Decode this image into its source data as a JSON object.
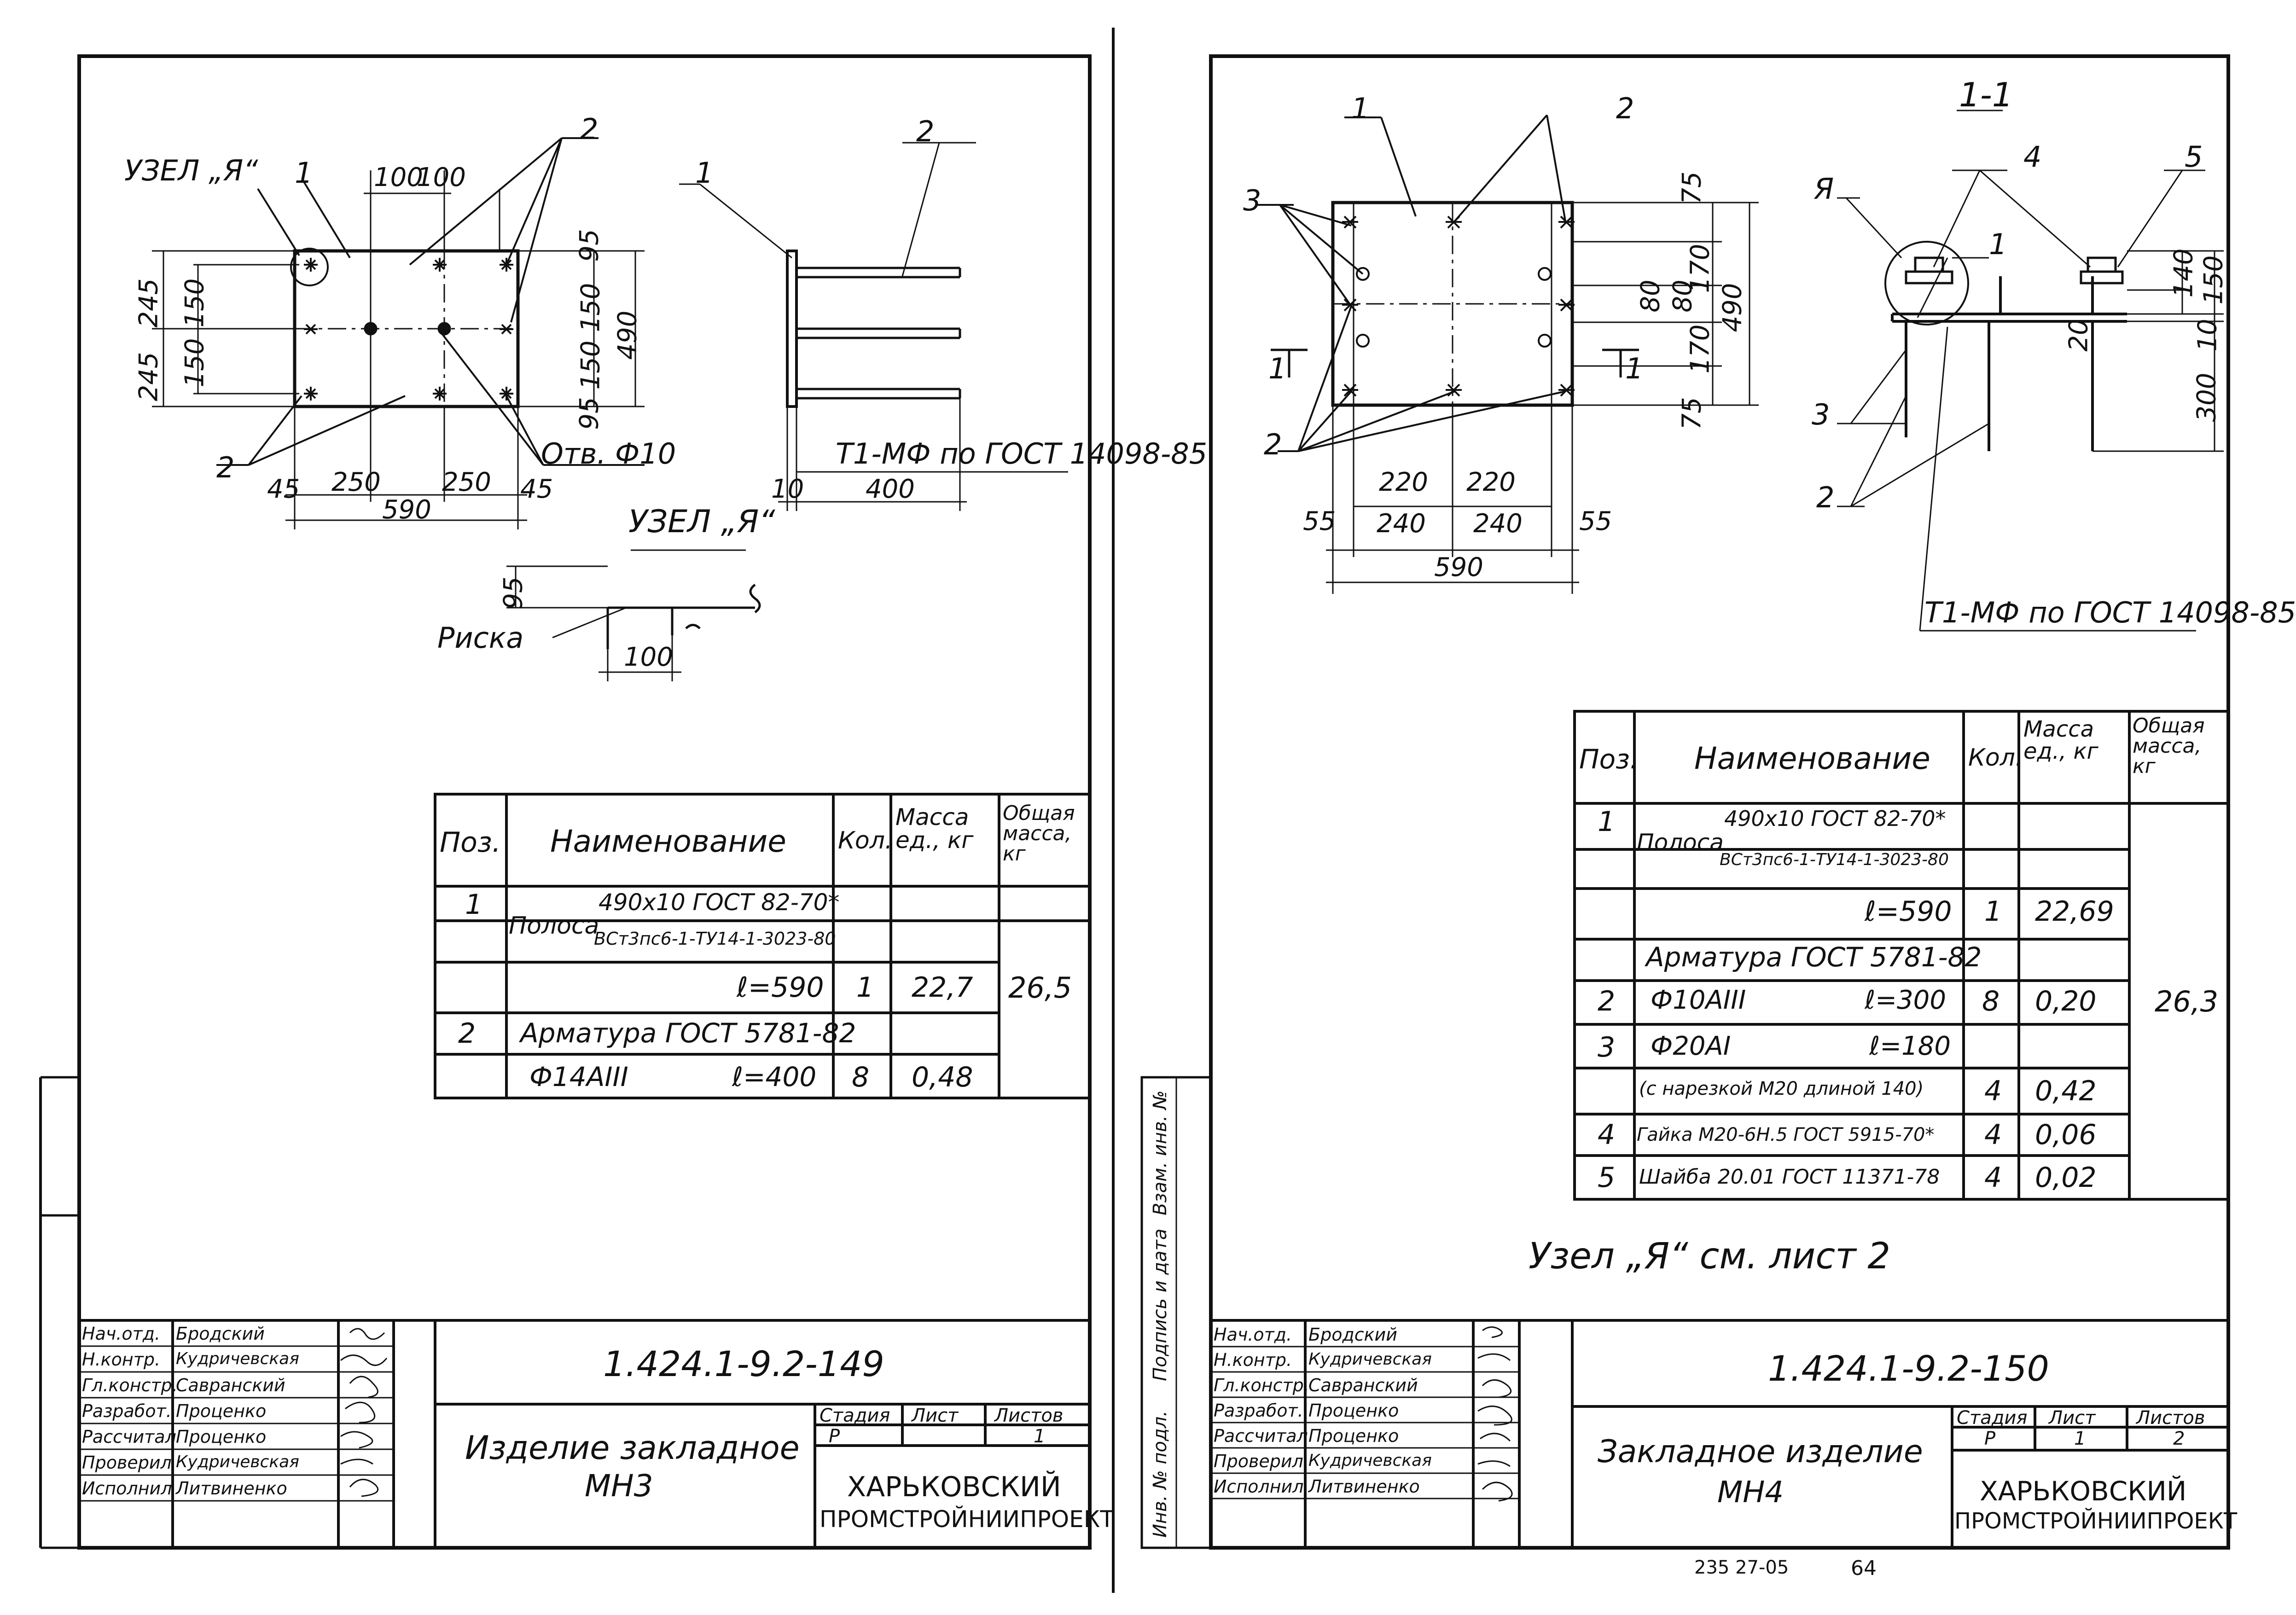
{
  "sheet1": {
    "drawing": {
      "uzel_label": "УЗЕЛ „Я“",
      "pos1": "1",
      "pos2a": "2",
      "pos2b": "2",
      "d100a": "100",
      "d100b": "100",
      "d245a": "245",
      "d245b": "245",
      "d150a": "150",
      "d150b": "150",
      "d95a": "95",
      "d150c": "150",
      "d95b": "95",
      "d150d": "150",
      "d490": "490",
      "d45a": "45",
      "d45b": "45",
      "d250a": "250",
      "d250b": "250",
      "d590": "590",
      "hole": "Отв. Ф10",
      "side_pos1": "1",
      "side_pos2": "2",
      "side_note": "Т1-МФ по ГОСТ 14098-85",
      "d10": "10",
      "d400": "400",
      "detail_title": "УЗЕЛ „Я“",
      "detail_d95": "95",
      "detail_d100": "100",
      "riska": "Риска"
    },
    "table": {
      "headers": [
        "Поз.",
        "Наименование",
        "Кол.",
        "Масса ед., кг",
        "Общая масса, кг"
      ],
      "rows": [
        {
          "pos": "1",
          "name": "Полоса",
          "name_top": "490x10 ГОСТ 82-70*",
          "name_bottom": "ВСт3пс6-1-ТУ14-1-3023-80",
          "qty": "",
          "mass": ""
        },
        {
          "pos": "",
          "name": "ℓ=590",
          "qty": "1",
          "mass": "22,7"
        },
        {
          "pos": "2",
          "name": "Арматура ГОСТ 5781-82",
          "qty": "",
          "mass": ""
        },
        {
          "pos": "",
          "name": "Ф14АIII",
          "name_right": "ℓ=400",
          "qty": "8",
          "mass": "0,48"
        }
      ],
      "total": "26,5"
    },
    "stamp": {
      "roles": [
        "Нач.отд.",
        "Н.контр.",
        "Гл.констр.",
        "Разработ.",
        "Рассчитал",
        "Проверил",
        "Исполнил"
      ],
      "names": [
        "Бродский",
        "Кудричевская",
        "Савранский",
        "Проценко",
        "Проценко",
        "Кудричевская",
        "Литвиненко"
      ],
      "doc_number": "1.424.1-9.2-149",
      "title_line1": "Изделие закладное",
      "title_line2": "МН3",
      "stage_label": "Стадия",
      "sheet_label": "Лист",
      "sheets_label": "Листов",
      "stage": "Р",
      "sheet": "",
      "sheets": "1",
      "org_line1": "ХАРЬКОВСКИЙ",
      "org_line2": "ПРОМСТРОЙНИИПРОЕКТ"
    }
  },
  "sheet2": {
    "drawing": {
      "pos1": "1",
      "pos2": "2",
      "pos3": "3",
      "pos2b": "2",
      "d75a": "75",
      "d170a": "170",
      "d80a": "80",
      "d80b": "80",
      "d170b": "170",
      "d75b": "75",
      "d490": "490",
      "d220a": "220",
      "d220b": "220",
      "d55a": "55",
      "d240a": "240",
      "d240b": "240",
      "d55b": "55",
      "d590": "590",
      "cut_left": "1",
      "cut_right": "1",
      "section_title": "1-1",
      "sec_A": "Я",
      "sec_4": "4",
      "sec_5": "5",
      "sec_1": "1",
      "sec_3": "3",
      "sec_2": "2",
      "d140": "140",
      "d150": "150",
      "d10": "10",
      "d20": "20",
      "d300": "300",
      "sec_note": "Т1-МФ по ГОСТ 14098-85"
    },
    "table": {
      "headers": [
        "Поз.",
        "Наименование",
        "Кол.",
        "Масса ед., кг",
        "Общая масса, кг"
      ],
      "rows": [
        {
          "pos": "1",
          "name": "Полоса",
          "name_top": "490x10 ГОСТ 82-70*",
          "name_bottom": "ВСт3пс6-1-ТУ14-1-3023-80",
          "qty": "",
          "mass": ""
        },
        {
          "pos": "",
          "name": "ℓ=590",
          "qty": "1",
          "mass": "22,69"
        },
        {
          "pos": "",
          "name": "Арматура ГОСТ 5781-82",
          "qty": "",
          "mass": ""
        },
        {
          "pos": "2",
          "name": "Ф10АIII",
          "name_right": "ℓ=300",
          "qty": "8",
          "mass": "0,20"
        },
        {
          "pos": "3",
          "name": "Ф20АI",
          "name_right": "ℓ=180",
          "qty": "",
          "mass": ""
        },
        {
          "pos": "",
          "name": "(с нарезкой М20 длиной 140)",
          "qty": "4",
          "mass": "0,42"
        },
        {
          "pos": "4",
          "name": "Гайка М20-6Н.5 ГОСТ 5915-70*",
          "qty": "4",
          "mass": "0,06"
        },
        {
          "pos": "5",
          "name": "Шайба 20.01 ГОСТ 11371-78",
          "qty": "4",
          "mass": "0,02"
        }
      ],
      "total": "26,3"
    },
    "note": "Узел „Я“ см. лист 2",
    "side_stamp": [
      "Инв. № подл.",
      "Подпись и дата",
      "Взам. инв. №"
    ],
    "stamp": {
      "roles": [
        "Нач.отд.",
        "Н.контр.",
        "Гл.констр.",
        "Разработ.",
        "Рассчитал",
        "Проверил",
        "Исполнил"
      ],
      "names": [
        "Бродский",
        "Кудричевская",
        "Савранский",
        "Проценко",
        "Проценко",
        "Кудричевская",
        "Литвиненко"
      ],
      "doc_number": "1.424.1-9.2-150",
      "title_line1": "Закладное изделие",
      "title_line2": "МН4",
      "stage_label": "Стадия",
      "sheet_label": "Лист",
      "sheets_label": "Листов",
      "stage": "Р",
      "sheet": "1",
      "sheets": "2",
      "org_line1": "ХАРЬКОВСКИЙ",
      "org_line2": "ПРОМСТРОЙНИИПРОЕКТ"
    },
    "footer_left": "235 27-05",
    "footer_right": "64"
  }
}
